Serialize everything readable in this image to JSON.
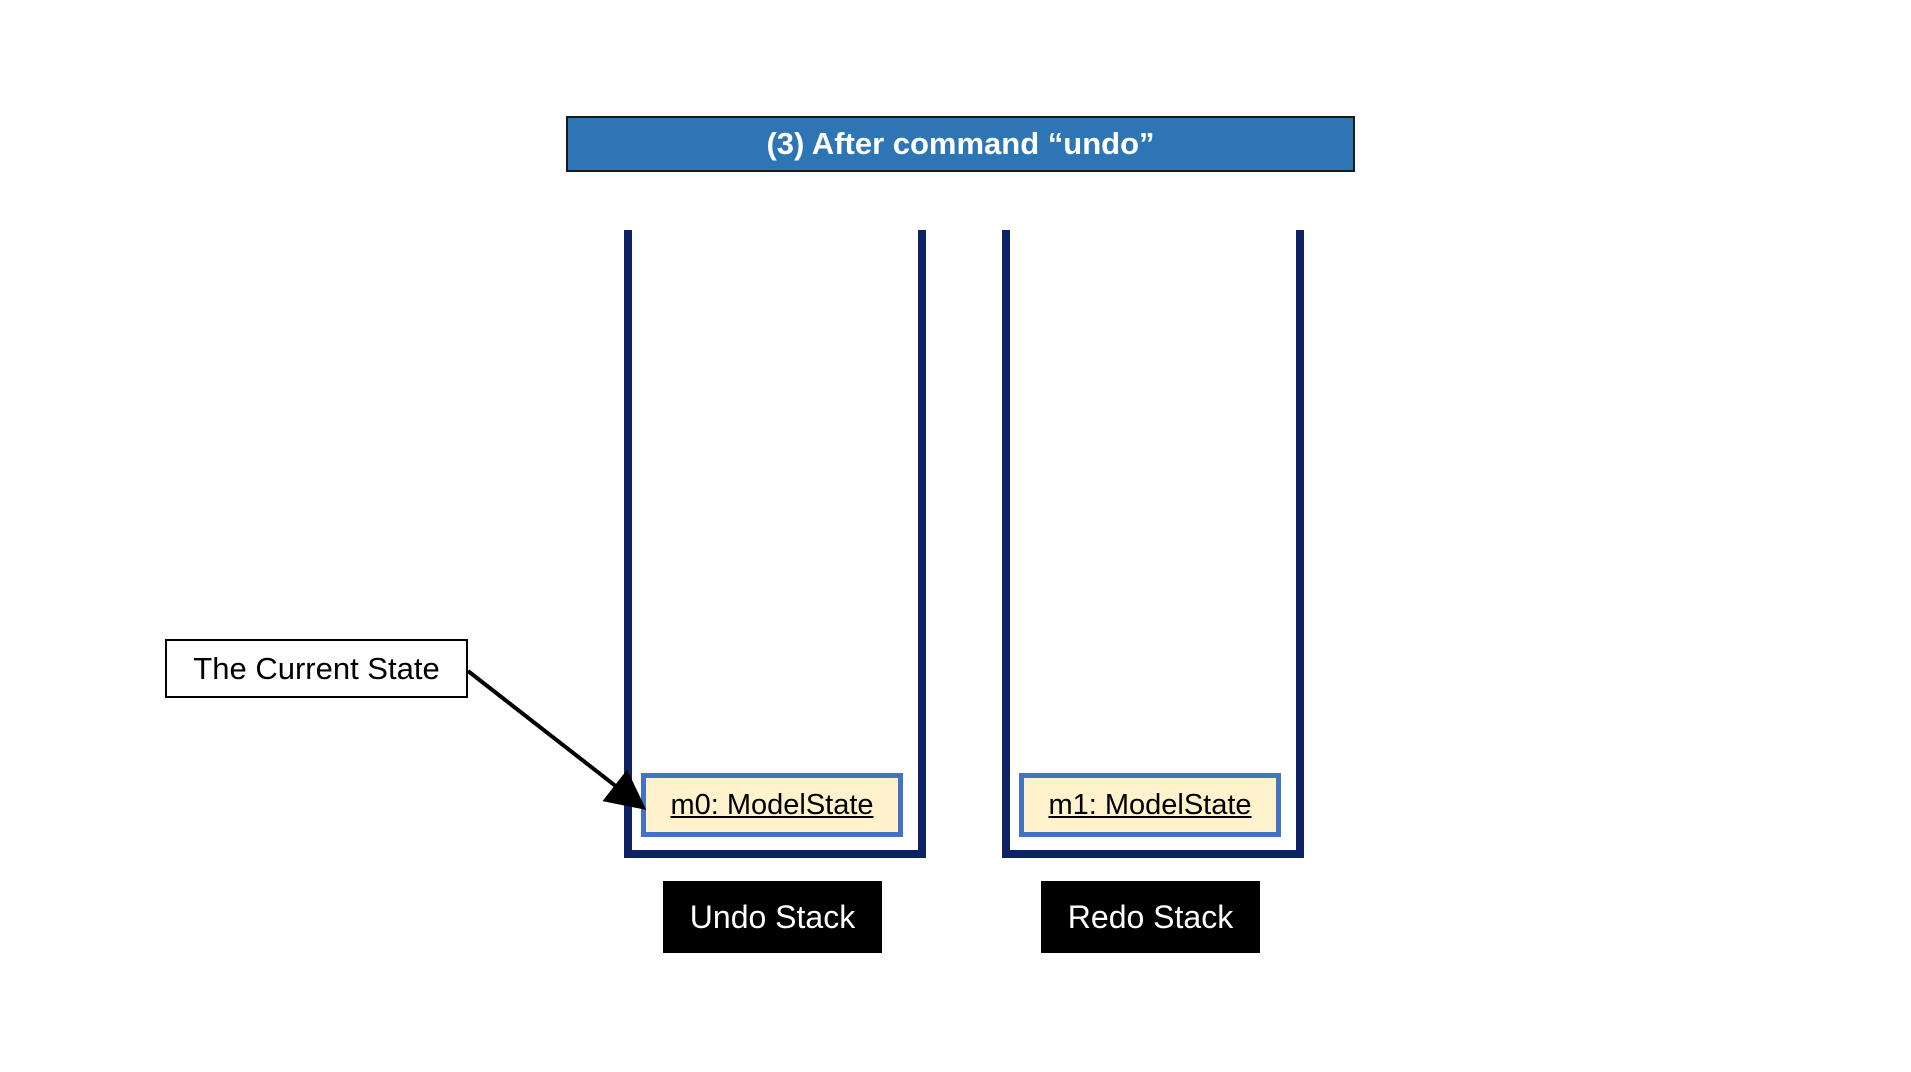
{
  "title": "(3) After command “undo”",
  "callout": {
    "label": "The Current State"
  },
  "stacks": [
    {
      "name": "undo",
      "label": "Undo Stack",
      "items": [
        "m0: ModelState"
      ]
    },
    {
      "name": "redo",
      "label": "Redo Stack",
      "items": [
        "m1: ModelState"
      ]
    }
  ],
  "colors": {
    "banner": "#2e75b6",
    "stack_border": "#0d2366",
    "state_border": "#4472c4",
    "state_fill": "#fff2cc",
    "label_fill": "#000000"
  }
}
